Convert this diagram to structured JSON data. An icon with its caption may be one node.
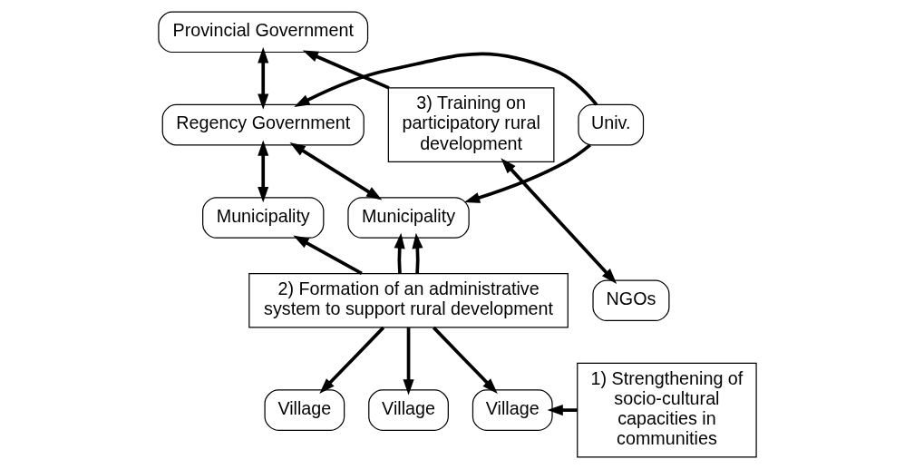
{
  "diagram": {
    "nodes": [
      {
        "text": [
          "Provincial Government"
        ]
      },
      {
        "text": [
          "Regency Government"
        ]
      },
      {
        "text": [
          "Municipality"
        ]
      },
      {
        "text": [
          "Municipality"
        ]
      },
      {
        "text": [
          "2) Formation of an administrative system to support rural development"
        ]
      },
      {
        "text": [
          "Village"
        ]
      },
      {
        "text": [
          "Village"
        ]
      },
      {
        "text": [
          "Village"
        ]
      },
      {
        "text": [
          "Univ."
        ]
      },
      {
        "text": [
          "NGOs"
        ]
      },
      {
        "text": [
          "3) Training on participatory rural development"
        ]
      },
      {
        "text": [
          "1) Strengthening of socio-cultural capacities in communities"
        ]
      }
    ],
    "edges": [
      {
        "from": 0,
        "to": 1,
        "arrow": "both"
      },
      {
        "from": 1,
        "to": 2,
        "arrow": "both"
      },
      {
        "from": 1,
        "to": 3,
        "arrow": "both"
      },
      {
        "from": 4,
        "to": 2,
        "arrow": "to"
      },
      {
        "from": 4,
        "to": 3,
        "arrow": "to"
      },
      {
        "from": 4,
        "to": 3,
        "arrow": "to"
      },
      {
        "from": 4,
        "to": 5,
        "arrow": "to"
      },
      {
        "from": 4,
        "to": 6,
        "arrow": "to"
      },
      {
        "from": 4,
        "to": 7,
        "arrow": "to"
      },
      {
        "from": 8,
        "to": 1,
        "arrow": "to"
      },
      {
        "from": 8,
        "to": 3,
        "arrow": "to"
      },
      {
        "from": 10,
        "to": 0,
        "arrow": "to"
      },
      {
        "from": 10,
        "to": 9,
        "arrow": "both"
      },
      {
        "from": 11,
        "to": 7,
        "arrow": "to"
      }
    ]
  }
}
